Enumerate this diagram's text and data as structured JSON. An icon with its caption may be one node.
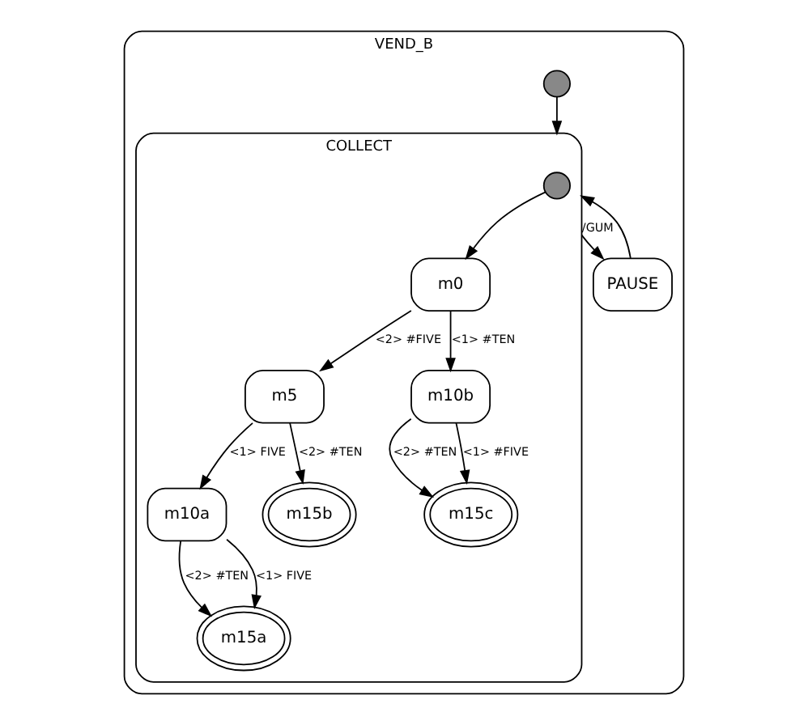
{
  "diagram": {
    "nodes": [
      {
        "text": [
          "VEND_B"
        ]
      },
      {
        "text": [
          "COLLECT"
        ],
        "in": 0
      },
      {
        "text": [],
        "shape": "circle",
        "in": 1
      },
      {
        "text": [
          "m0"
        ],
        "in": 1
      },
      {
        "text": [
          "m5"
        ],
        "in": 1
      },
      {
        "text": [
          "m10b"
        ],
        "in": 1
      },
      {
        "text": [
          "m10a"
        ],
        "in": 1
      },
      {
        "text": [
          "m15b"
        ],
        "in": 1
      },
      {
        "text": [
          "m15c"
        ],
        "in": 1
      },
      {
        "text": [
          "m15a"
        ],
        "in": 1
      },
      {
        "text": [],
        "shape": "circle",
        "in": 0
      },
      {
        "text": [
          "PAUSE"
        ],
        "in": 0
      }
    ],
    "edges": [
      {
        "from": 10,
        "to": 1,
        "arrow": "to"
      },
      {
        "from": 2,
        "to": 3,
        "arrow": "to"
      },
      {
        "from": 3,
        "to": 4,
        "arrow": "to",
        "label": "<2> #FIVE"
      },
      {
        "from": 3,
        "to": 5,
        "arrow": "to",
        "label": "<1> #TEN"
      },
      {
        "from": 4,
        "to": 6,
        "arrow": "to",
        "label": "<1> FIVE"
      },
      {
        "from": 4,
        "to": 7,
        "arrow": "to",
        "label": "<2> #TEN"
      },
      {
        "from": 5,
        "to": 8,
        "arrow": "to",
        "label": "<2> #TEN"
      },
      {
        "from": 5,
        "to": 8,
        "arrow": "to",
        "label": "<1> #FIVE"
      },
      {
        "from": 6,
        "to": 9,
        "arrow": "to",
        "label": "<2> #TEN"
      },
      {
        "from": 6,
        "to": 9,
        "arrow": "to",
        "label": "<1> FIVE"
      },
      {
        "from": 1,
        "to": 11,
        "arrow": "to",
        "label": "/GUM"
      },
      {
        "from": 11,
        "to": 1,
        "arrow": "to"
      }
    ]
  }
}
